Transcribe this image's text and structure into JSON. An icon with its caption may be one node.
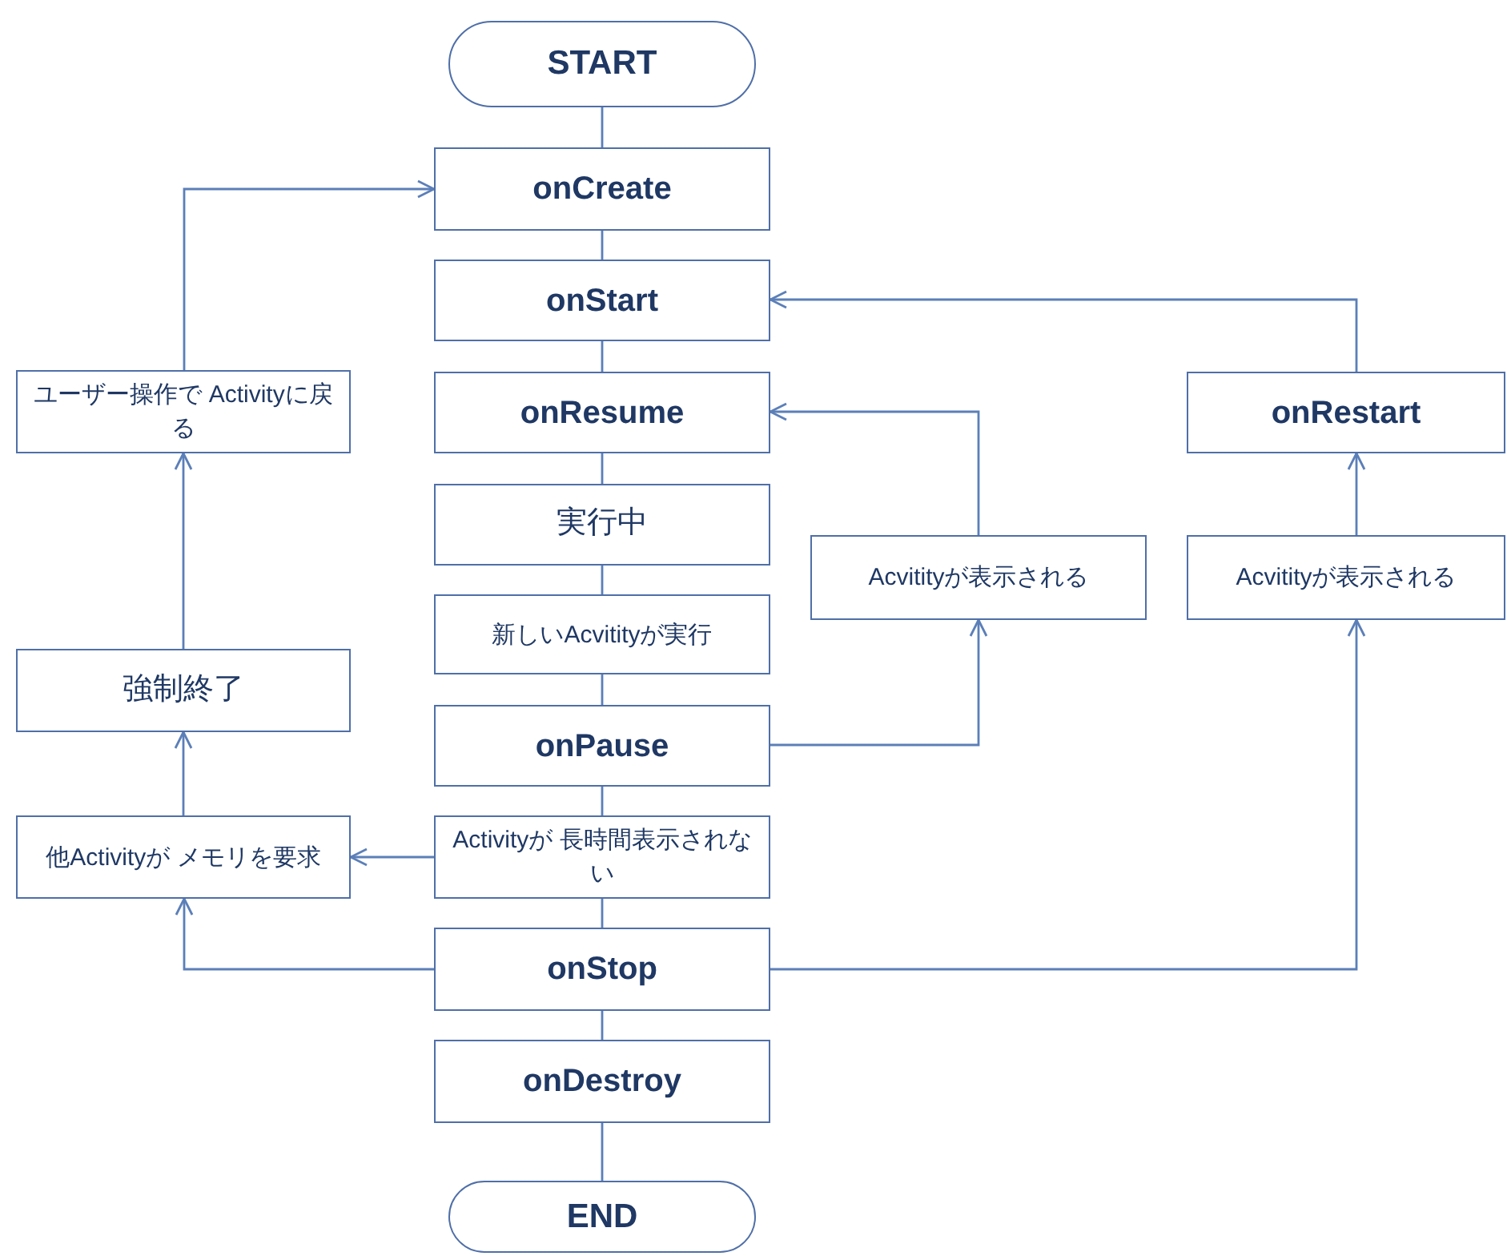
{
  "diagram": {
    "nodes": [
      {
        "text": [
          "START"
        ]
      },
      {
        "text": [
          "onCreate"
        ]
      },
      {
        "text": [
          "onStart"
        ]
      },
      {
        "text": [
          "onResume"
        ]
      },
      {
        "text": [
          "実行中"
        ]
      },
      {
        "text": [
          "新しいAcvitityが実行"
        ]
      },
      {
        "text": [
          "onPause"
        ]
      },
      {
        "text": [
          "Activityが 長時間表示されない"
        ]
      },
      {
        "text": [
          "onStop"
        ]
      },
      {
        "text": [
          "onDestroy"
        ]
      },
      {
        "text": [
          "END"
        ]
      },
      {
        "text": [
          "ユーザー操作で Activityに戻る"
        ]
      },
      {
        "text": [
          "強制終了"
        ]
      },
      {
        "text": [
          "他Activityが メモリを要求"
        ]
      },
      {
        "text": [
          "Acvitityが表示される"
        ]
      },
      {
        "text": [
          "onRestart"
        ]
      },
      {
        "text": [
          "Acvitityが表示される"
        ]
      }
    ],
    "edges": [
      {
        "from": 0,
        "to": 1,
        "arrow": "none"
      },
      {
        "from": 1,
        "to": 2,
        "arrow": "none"
      },
      {
        "from": 2,
        "to": 3,
        "arrow": "none"
      },
      {
        "from": 3,
        "to": 4,
        "arrow": "none"
      },
      {
        "from": 4,
        "to": 5,
        "arrow": "none"
      },
      {
        "from": 5,
        "to": 6,
        "arrow": "none"
      },
      {
        "from": 6,
        "to": 7,
        "arrow": "none"
      },
      {
        "from": 7,
        "to": 8,
        "arrow": "none"
      },
      {
        "from": 8,
        "to": 9,
        "arrow": "none"
      },
      {
        "from": 9,
        "to": 10,
        "arrow": "none"
      },
      {
        "from": 7,
        "to": 13,
        "arrow": "to"
      },
      {
        "from": 8,
        "to": 13,
        "arrow": "to"
      },
      {
        "from": 13,
        "to": 12,
        "arrow": "to"
      },
      {
        "from": 12,
        "to": 11,
        "arrow": "to"
      },
      {
        "from": 11,
        "to": 1,
        "arrow": "to"
      },
      {
        "from": 6,
        "to": 14,
        "arrow": "to"
      },
      {
        "from": 14,
        "to": 3,
        "arrow": "to"
      },
      {
        "from": 8,
        "to": 16,
        "arrow": "to"
      },
      {
        "from": 16,
        "to": 15,
        "arrow": "to"
      },
      {
        "from": 15,
        "to": 2,
        "arrow": "to"
      }
    ]
  }
}
